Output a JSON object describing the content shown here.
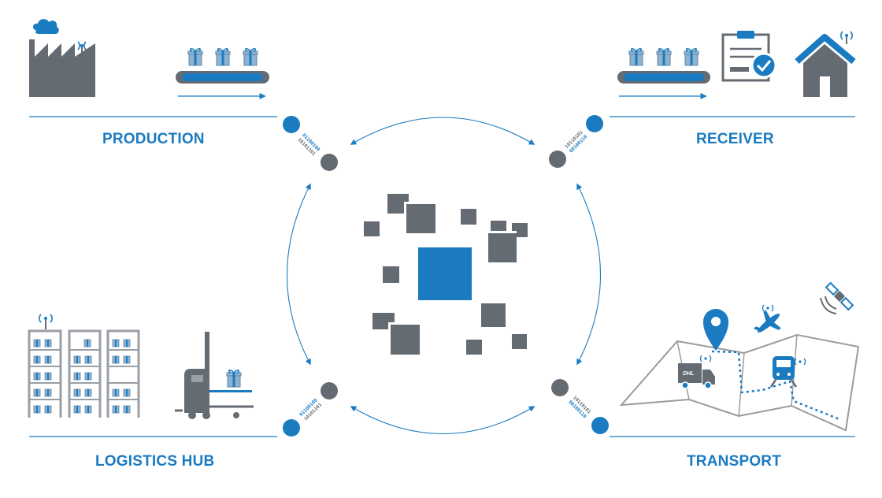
{
  "colors": {
    "blue": "#1a7bc1",
    "gray": "#656b72",
    "light_gray": "#9a9fa5",
    "line_gray": "#9b9b9b",
    "box_blue": "#8fb2cf"
  },
  "quadrants": {
    "production": {
      "label": "PRODUCTION",
      "icons": [
        "factory-icon",
        "conveyor-belt-icon"
      ]
    },
    "receiver": {
      "label": "RECEIVER",
      "icons": [
        "conveyor-belt-icon",
        "delivery-receipt-icon",
        "smart-home-icon"
      ]
    },
    "logistics_hub": {
      "label": "LOGISTICS HUB",
      "icons": [
        "warehouse-rack-icon",
        "forklift-icon"
      ]
    },
    "transport": {
      "label": "TRANSPORT",
      "icons": [
        "map-icon",
        "location-pin-icon",
        "delivery-truck-icon",
        "train-icon",
        "airplane-icon",
        "satellite-icon"
      ]
    }
  },
  "data_stream_text": {
    "top_left": [
      "01100100",
      "10101101"
    ],
    "top_right": [
      "10110101",
      "00100110"
    ],
    "bottom_left": [
      "01100100",
      "10101101"
    ],
    "bottom_right": [
      "10110101",
      "00100110"
    ]
  },
  "truck_brand": "DHL"
}
